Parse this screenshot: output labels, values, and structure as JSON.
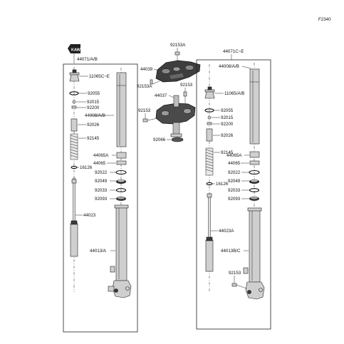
{
  "figure_code": "F2340",
  "emblem": "KAW",
  "left": {
    "title": "44071/A/B",
    "labels": {
      "cap": "11065C~E",
      "oring": "92055",
      "b92015": "92015",
      "b92200": "92200",
      "tube": "44008/A/B",
      "b92026": "92026",
      "spring": "92145",
      "bushing": "44065A",
      "b44065": "44065",
      "b16126": "16126",
      "b92022": "92022",
      "b92049": "92049",
      "b92033": "92033",
      "b92093": "92093",
      "rod": "44023",
      "outer": "44013/A"
    }
  },
  "center": {
    "top_bolt": "92153A",
    "upper_bracket": "44039",
    "upper_bolt": "92153A",
    "stem": "44037",
    "bolt_right": "92153",
    "bolt_left": "92153",
    "nut": "92066"
  },
  "right": {
    "title": "44071C~E",
    "labels": {
      "tube": "44008/A/B",
      "cap": "11065/A/B",
      "oring": "92055",
      "b92015": "92015",
      "b92200": "92200",
      "b92026": "92026",
      "spring": "92145",
      "bushing": "44065A",
      "b44065": "44065",
      "b16126": "16126",
      "b92022": "92022",
      "b92049": "92049",
      "b92033": "92033",
      "b92093": "92093",
      "rod": "44023A",
      "outer": "44013B/C",
      "bolt": "92153"
    }
  }
}
